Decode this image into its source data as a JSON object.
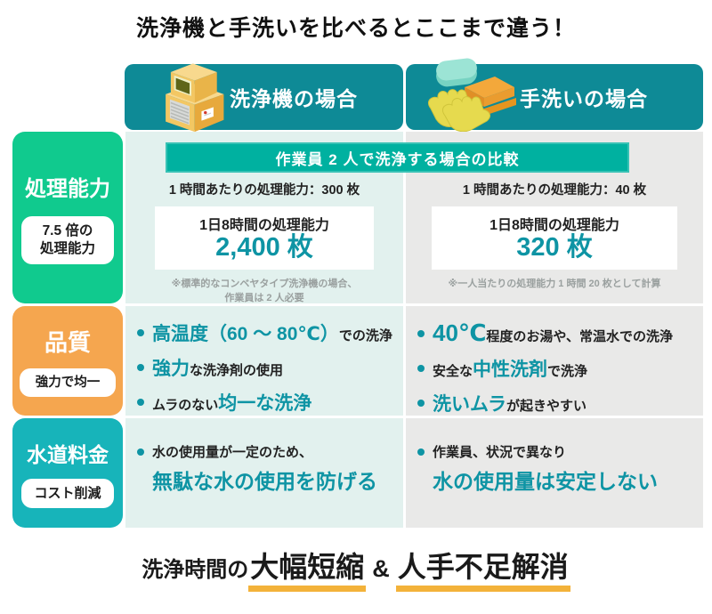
{
  "title": "洗浄機と手洗いを比べるとここまで違う！",
  "header": {
    "machine_label": "洗浄機の場合",
    "hand_label": "手洗いの場合",
    "machine_icon": "dishwasher-machine-icon",
    "hand_icon": "gloves-soap-towels-icon"
  },
  "banner": "作業員 2 人で洗浄する場合の比較",
  "rows": {
    "capacity": {
      "label": "処理能力",
      "badge": [
        "7.5 倍の",
        "処理能力"
      ],
      "machine": {
        "hourly": "1 時間あたりの処理能力：300 枚",
        "box_title": "1日8時間の処理能力",
        "box_value": "2,400 枚",
        "note": [
          "※標準的なコンベヤタイプ洗浄機の場合、",
          "作業員は 2 人必要"
        ]
      },
      "hand": {
        "hourly": "1 時間あたりの処理能力：40 枚",
        "box_title": "1日8時間の処理能力",
        "box_value": "320 枚",
        "note": [
          "※一人当たりの処理能力 1 時間 20 枚として計算"
        ]
      }
    },
    "quality": {
      "label": "品質",
      "badge": [
        "強力で均一"
      ],
      "machine_bullets": [
        [
          {
            "text": "高温度（60 ～ 80℃）",
            "accent": true
          },
          {
            "text": "での洗浄",
            "accent": false
          }
        ],
        [
          {
            "text": "強力",
            "accent": true
          },
          {
            "text": "な洗浄剤の使用",
            "accent": false
          }
        ],
        [
          {
            "text": "ムラのない",
            "accent": false
          },
          {
            "text": "均一な洗浄",
            "accent": true
          }
        ]
      ],
      "hand_bullets": [
        [
          {
            "text": "40℃",
            "accent": true,
            "size": 26
          },
          {
            "text": "程度のお湯や、常温水での洗浄",
            "accent": false
          }
        ],
        [
          {
            "text": "安全な",
            "accent": false
          },
          {
            "text": "中性洗剤",
            "accent": true
          },
          {
            "text": "で洗浄",
            "accent": false
          }
        ],
        [
          {
            "text": "洗いムラ",
            "accent": true
          },
          {
            "text": "が起きやすい",
            "accent": false
          }
        ]
      ]
    },
    "water": {
      "label": "水道料金",
      "badge": [
        "コスト削減"
      ],
      "machine": {
        "line1": "水の使用量が一定のため、",
        "line2": "無駄な水の使用を防げる"
      },
      "hand": {
        "line1": "作業員、状況で異なり",
        "line2": "水の使用量は安定しない"
      }
    }
  },
  "footer": {
    "prefix": "洗浄時間の",
    "highlight1": "大幅短縮",
    "amp": "&",
    "highlight2": "人手不足解消"
  },
  "colors": {
    "header_teal": "#0e8a96",
    "banner_teal": "#00b1a0",
    "capacity_green": "#10ca8e",
    "quality_orange": "#f5a64f",
    "water_teal": "#17b4ba",
    "accent_text": "#0e94a4",
    "machine_bg": "#e2f1ee",
    "hand_bg": "#e9e9e8",
    "underline_yellow": "#f3b23a"
  }
}
